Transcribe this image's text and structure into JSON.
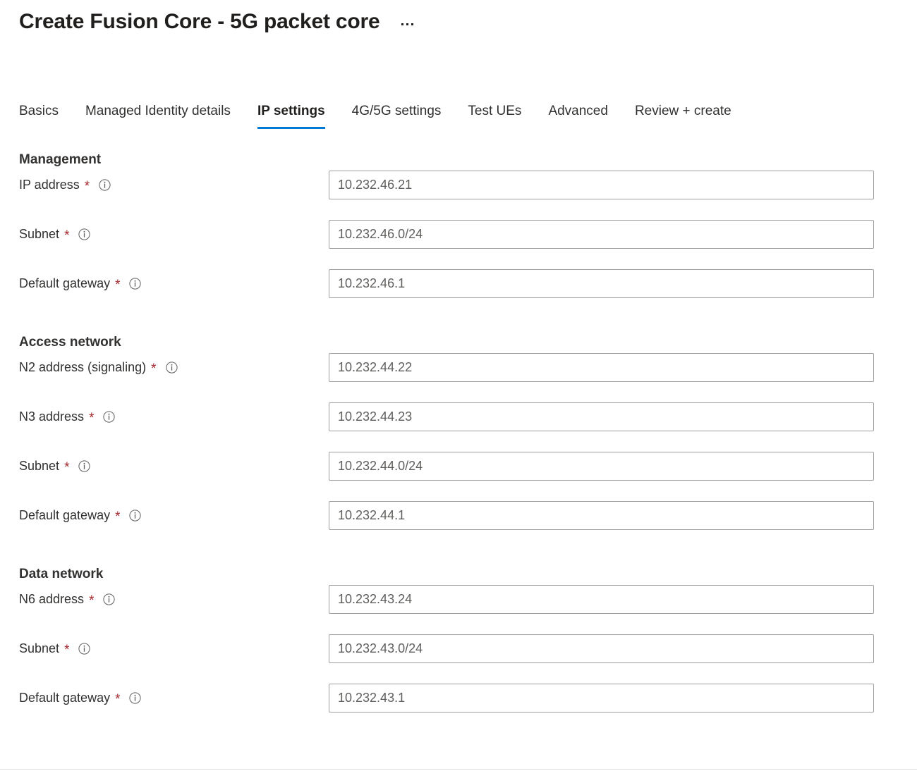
{
  "header": {
    "title": "Create Fusion Core - 5G packet core",
    "more_menu_label": "···"
  },
  "tabs": [
    {
      "label": "Basics",
      "active": false
    },
    {
      "label": "Managed Identity details",
      "active": false
    },
    {
      "label": "IP settings",
      "active": true
    },
    {
      "label": "4G/5G settings",
      "active": false
    },
    {
      "label": "Test UEs",
      "active": false
    },
    {
      "label": "Advanced",
      "active": false
    },
    {
      "label": "Review + create",
      "active": false
    }
  ],
  "sections": [
    {
      "heading": "Management",
      "fields": [
        {
          "label": "IP address",
          "required": "*",
          "value": "10.232.46.21"
        },
        {
          "label": "Subnet",
          "required": "*",
          "value": "10.232.46.0/24"
        },
        {
          "label": "Default gateway",
          "required": "*",
          "value": "10.232.46.1"
        }
      ]
    },
    {
      "heading": "Access network",
      "fields": [
        {
          "label": "N2 address (signaling)",
          "required": "*",
          "value": "10.232.44.22"
        },
        {
          "label": "N3 address",
          "required": "*",
          "value": "10.232.44.23"
        },
        {
          "label": "Subnet",
          "required": "*",
          "value": "10.232.44.0/24"
        },
        {
          "label": "Default gateway",
          "required": "*",
          "value": "10.232.44.1"
        }
      ]
    },
    {
      "heading": "Data network",
      "fields": [
        {
          "label": "N6 address",
          "required": "*",
          "value": "10.232.43.24"
        },
        {
          "label": "Subnet",
          "required": "*",
          "value": "10.232.43.0/24"
        },
        {
          "label": "Default gateway",
          "required": "*",
          "value": "10.232.43.1"
        }
      ]
    }
  ],
  "icons": {
    "info": "info-icon",
    "more": "ellipsis-icon"
  },
  "colors": {
    "accent": "#0078d4",
    "required_star": "#a4262c",
    "text": "#323130",
    "input_border": "#a19f9d",
    "input_text": "#605e5c",
    "divider": "#e1dfdd"
  }
}
